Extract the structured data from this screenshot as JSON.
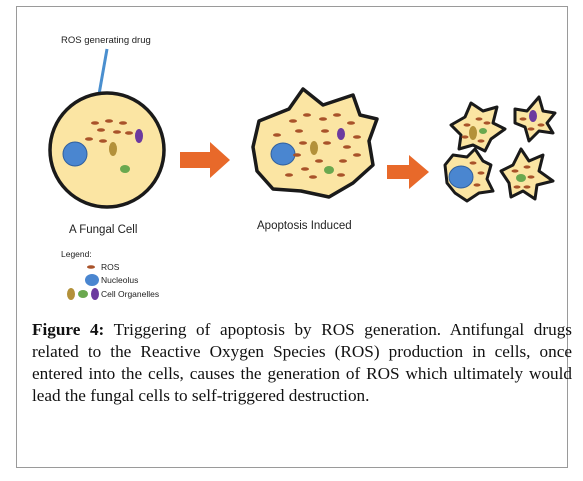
{
  "diagram": {
    "drug_label": "ROS generating drug",
    "stage_labels": [
      "A Fungal Cell",
      "Apoptosis Induced"
    ],
    "legend": {
      "title": "Legend:",
      "items": [
        {
          "label": "ROS",
          "icon": "ros-dot-icon"
        },
        {
          "label": "Nucleolus",
          "icon": "nucleolus-icon"
        },
        {
          "label": "Cell Organelles",
          "icon": "organelles-icon"
        }
      ]
    },
    "colors": {
      "cytoplasm": "#fbe5a3",
      "membrane": "#1a1a1a",
      "ros": "#a9532a",
      "nucleolus": "#4a86d0",
      "organelle_green": "#6aa84f",
      "organelle_tan": "#b3913a",
      "organelle_purple": "#6c3a9f",
      "arrow": "#e8692a",
      "pointer": "#4a8fcf"
    }
  },
  "caption": {
    "label": "Figure 4:",
    "text": "Triggering of apoptosis by ROS generation. Antifungal drugs related to the Reactive Oxygen Species (ROS) production in cells, once entered into the cells, causes the generation of ROS which ultimately would lead the fungal cells to self-triggered destruction."
  }
}
